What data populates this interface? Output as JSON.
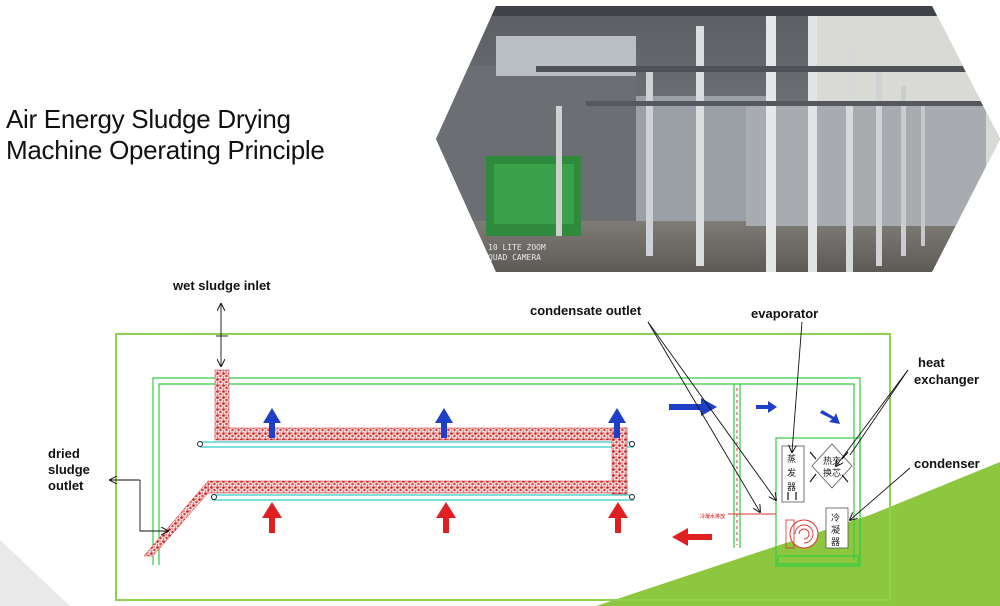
{
  "title": {
    "line1": "Air Energy Sludge Drying",
    "line2": "Machine Operating Principle"
  },
  "photo": {
    "watermark_line1": "10 LITE ZOOM",
    "watermark_line2": "QUAD CAMERA"
  },
  "diagram": {
    "labels": {
      "wet_sludge_inlet": "wet sludge inlet",
      "dried_sludge_line1": "dried",
      "dried_sludge_line2": "sludge",
      "dried_sludge_line3": "outlet",
      "condensate_outlet": "condensate outlet",
      "evaporator": "evaporator",
      "heat_exchanger_line1": "heat",
      "heat_exchanger_line2": "exchanger",
      "condenser": "condenser"
    },
    "unit_text": {
      "exchanger_cn_1": "热交",
      "exchanger_cn_2": "换芯",
      "evaporator_cn_1": "蒸",
      "evaporator_cn_2": "发",
      "evaporator_cn_3": "器",
      "condenser_cn_1": "冷",
      "condenser_cn_2": "凝",
      "condenser_cn_3": "器",
      "condensate_cn": "冷凝水排放"
    },
    "colors": {
      "frame_green": "#8fd14f",
      "duct_green": "#33cc44",
      "belt_cyan": "#33cccc",
      "sludge_red": "#cc2a2a",
      "arrow_blue": "#1f3fc8",
      "arrow_red": "#e02020",
      "accent_green": "#8dc63f"
    }
  }
}
